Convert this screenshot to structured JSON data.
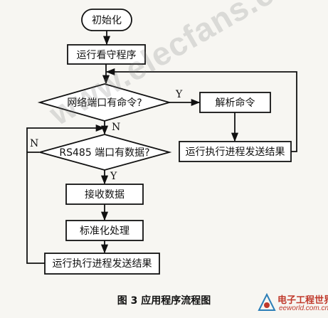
{
  "diagram": {
    "nodes": {
      "init": "初始化",
      "watchdog": "运行看守程序",
      "net_cmd": "网络端口有命令?",
      "parse": "解析命令",
      "run_send_right": "运行执行进程发送结果",
      "rs485": "RS485 端口有数据?",
      "receive": "接收数据",
      "normalize": "标准化处理",
      "run_send_bottom": "运行执行进程发送结果"
    },
    "labels": {
      "net_yes": "Y",
      "net_no": "N",
      "rs_no": "N",
      "rs_yes": "Y"
    }
  },
  "caption": "图 3    应用程序流程图",
  "watermark": "www.elecfans.com",
  "logo": {
    "cn": "电子工程世界",
    "en": "eeworld.com.cn"
  }
}
